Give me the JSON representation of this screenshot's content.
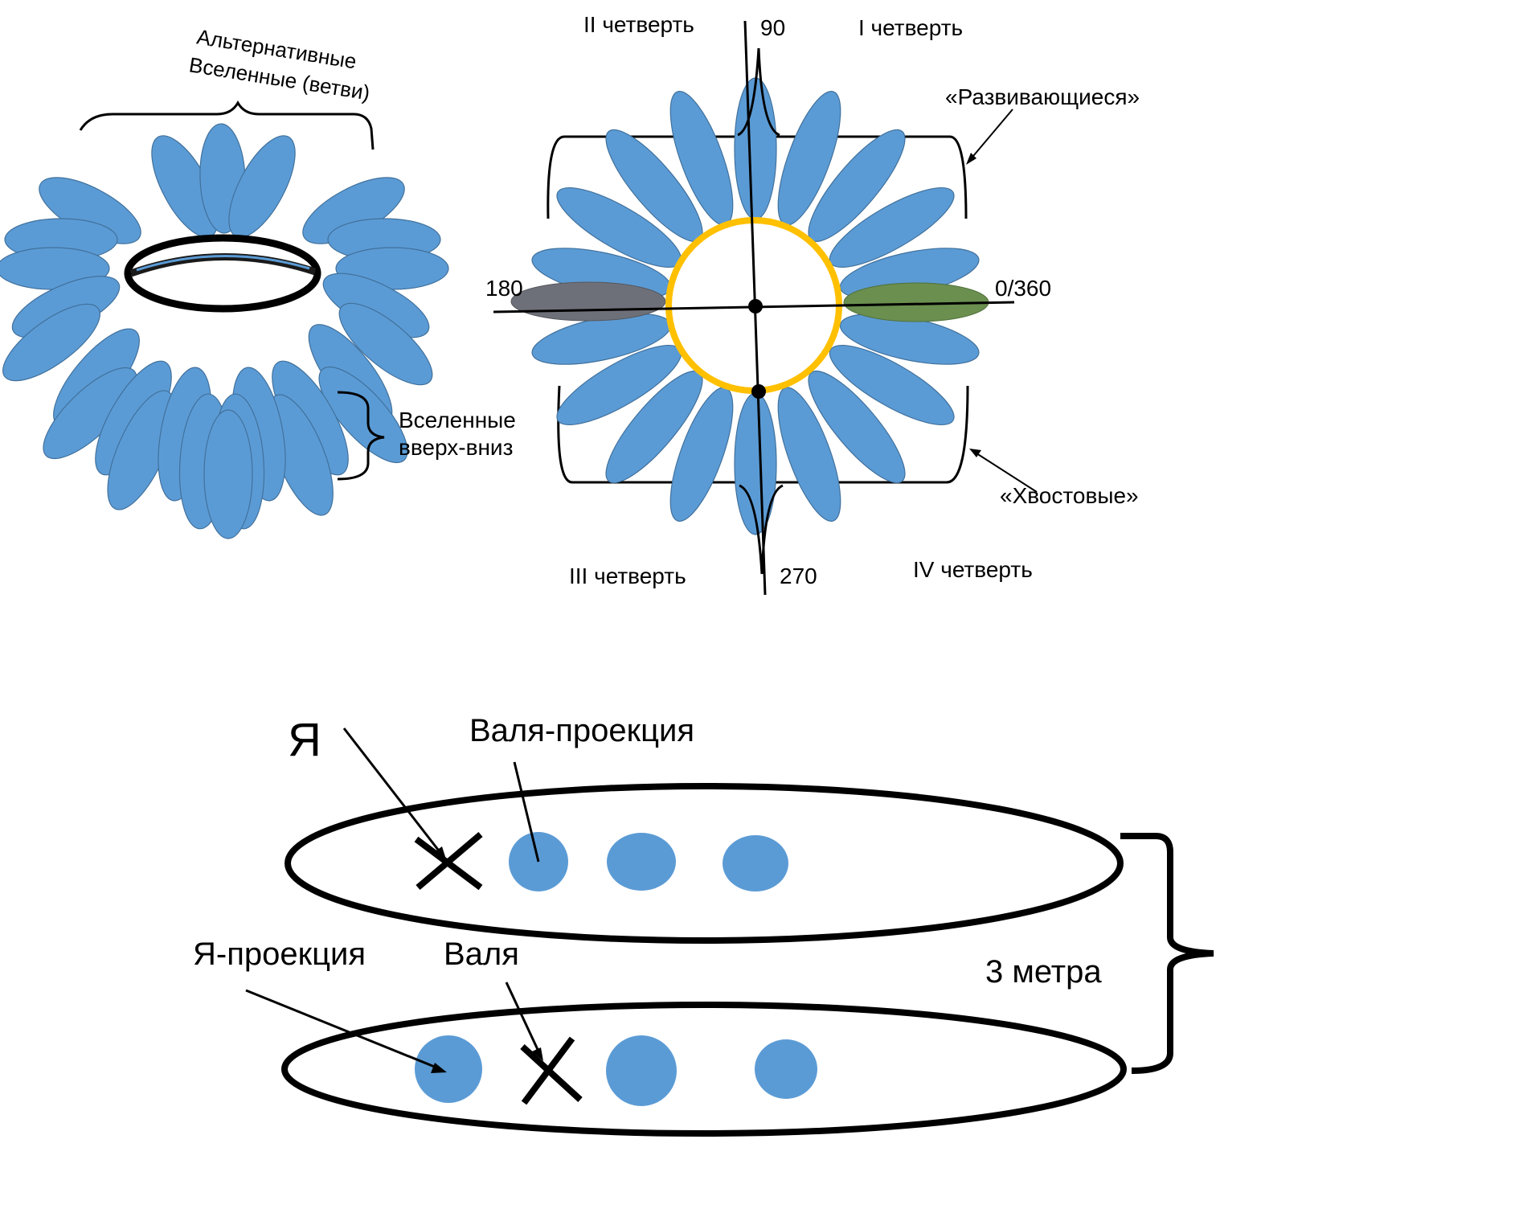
{
  "colors": {
    "petal": "#5B9BD5",
    "petal_stroke": "#41719C",
    "ring": "#FFC000",
    "petal_grey": "#6E7079",
    "petal_green": "#6A8F4F",
    "line": "#000000",
    "background": "#FFFFFF"
  },
  "left_flower": {
    "branches_label_line1": "Альтернативные",
    "branches_label_line2": "Вселенные (ветви)",
    "updown_label_line1": "Вселенные",
    "updown_label_line2": "вверх-вниз"
  },
  "right_flower": {
    "angle_top": "90",
    "angle_left": "180",
    "angle_right": "0/360",
    "angle_bottom": "270",
    "quadrant_1": "I четверть",
    "quadrant_2": "II четверть",
    "quadrant_3": "III четверть",
    "quadrant_4": "IV четверть",
    "developing_label": "«Развивающиеся»",
    "tail_label": "«Хвостовые»"
  },
  "bottom_diagram": {
    "me_label": "Я",
    "valya_projection_label": "Валя-проекция",
    "me_projection_label": "Я-проекция",
    "valya_label": "Валя",
    "distance_label": "3 метра"
  }
}
